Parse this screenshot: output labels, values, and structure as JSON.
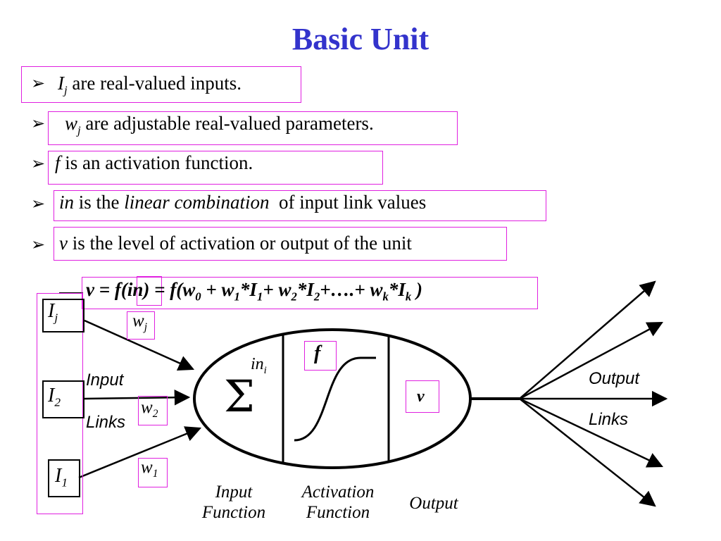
{
  "title": "Basic Unit",
  "bullet_marker": "➢",
  "bullets": [
    {
      "var": "I",
      "sub": "j",
      "text": " are real-valued inputs."
    },
    {
      "var": "w",
      "sub": "j",
      "text": " are adjustable real-valued parameters."
    },
    {
      "var": "f",
      "text": " is an activation function."
    },
    {
      "var": "in",
      "text_a": " is the ",
      "italic": "linear combination",
      "text_b": "  of input link values"
    },
    {
      "var": "v",
      "text": " is the level of activation or output of the unit"
    }
  ],
  "equation": {
    "lhs": "v = f(",
    "in": "in",
    "rhs_a": ") = f(w",
    "s0": "0",
    "p1": " + w",
    "s1": "1",
    "m1": "*I",
    "s1b": "1",
    "p2": "+ w",
    "s2": "2",
    "m2": "*I",
    "s2b": "2",
    "dots": "+….+ w",
    "sk": "k",
    "mk": "*I",
    "skb": "k",
    "end": " )"
  },
  "diagram": {
    "inputs": [
      {
        "var": "I",
        "sub": "j"
      },
      {
        "var": "I",
        "sub": "2"
      },
      {
        "var": "I",
        "sub": "1"
      }
    ],
    "weights": [
      {
        "var": "w",
        "sub": "j"
      },
      {
        "var": "w",
        "sub": "2"
      },
      {
        "var": "w",
        "sub": "1"
      }
    ],
    "sigma": "Σ",
    "in_i": {
      "var": "in",
      "sub": "i"
    },
    "f": "f",
    "v": "v",
    "input_links": [
      "Input",
      "Links"
    ],
    "output_links": [
      "Output",
      "Links"
    ],
    "captions": {
      "input_function": [
        "Input",
        "Function"
      ],
      "activation_function": [
        "Activation",
        "Function"
      ],
      "output": "Output"
    }
  },
  "colors": {
    "title": "#3333cc",
    "highlight_box": "#e020e0"
  }
}
